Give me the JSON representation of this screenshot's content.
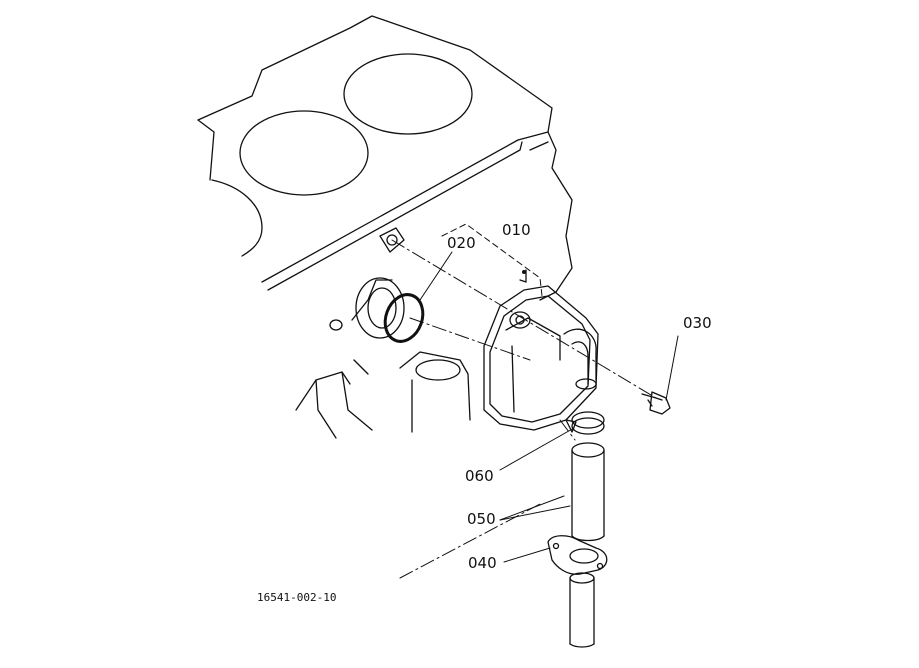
{
  "labels": {
    "p010": "010",
    "p020": "020",
    "p030": "030",
    "p040": "040",
    "p050": "050",
    "p060": "060"
  },
  "drawing_number": "16541-002-10"
}
